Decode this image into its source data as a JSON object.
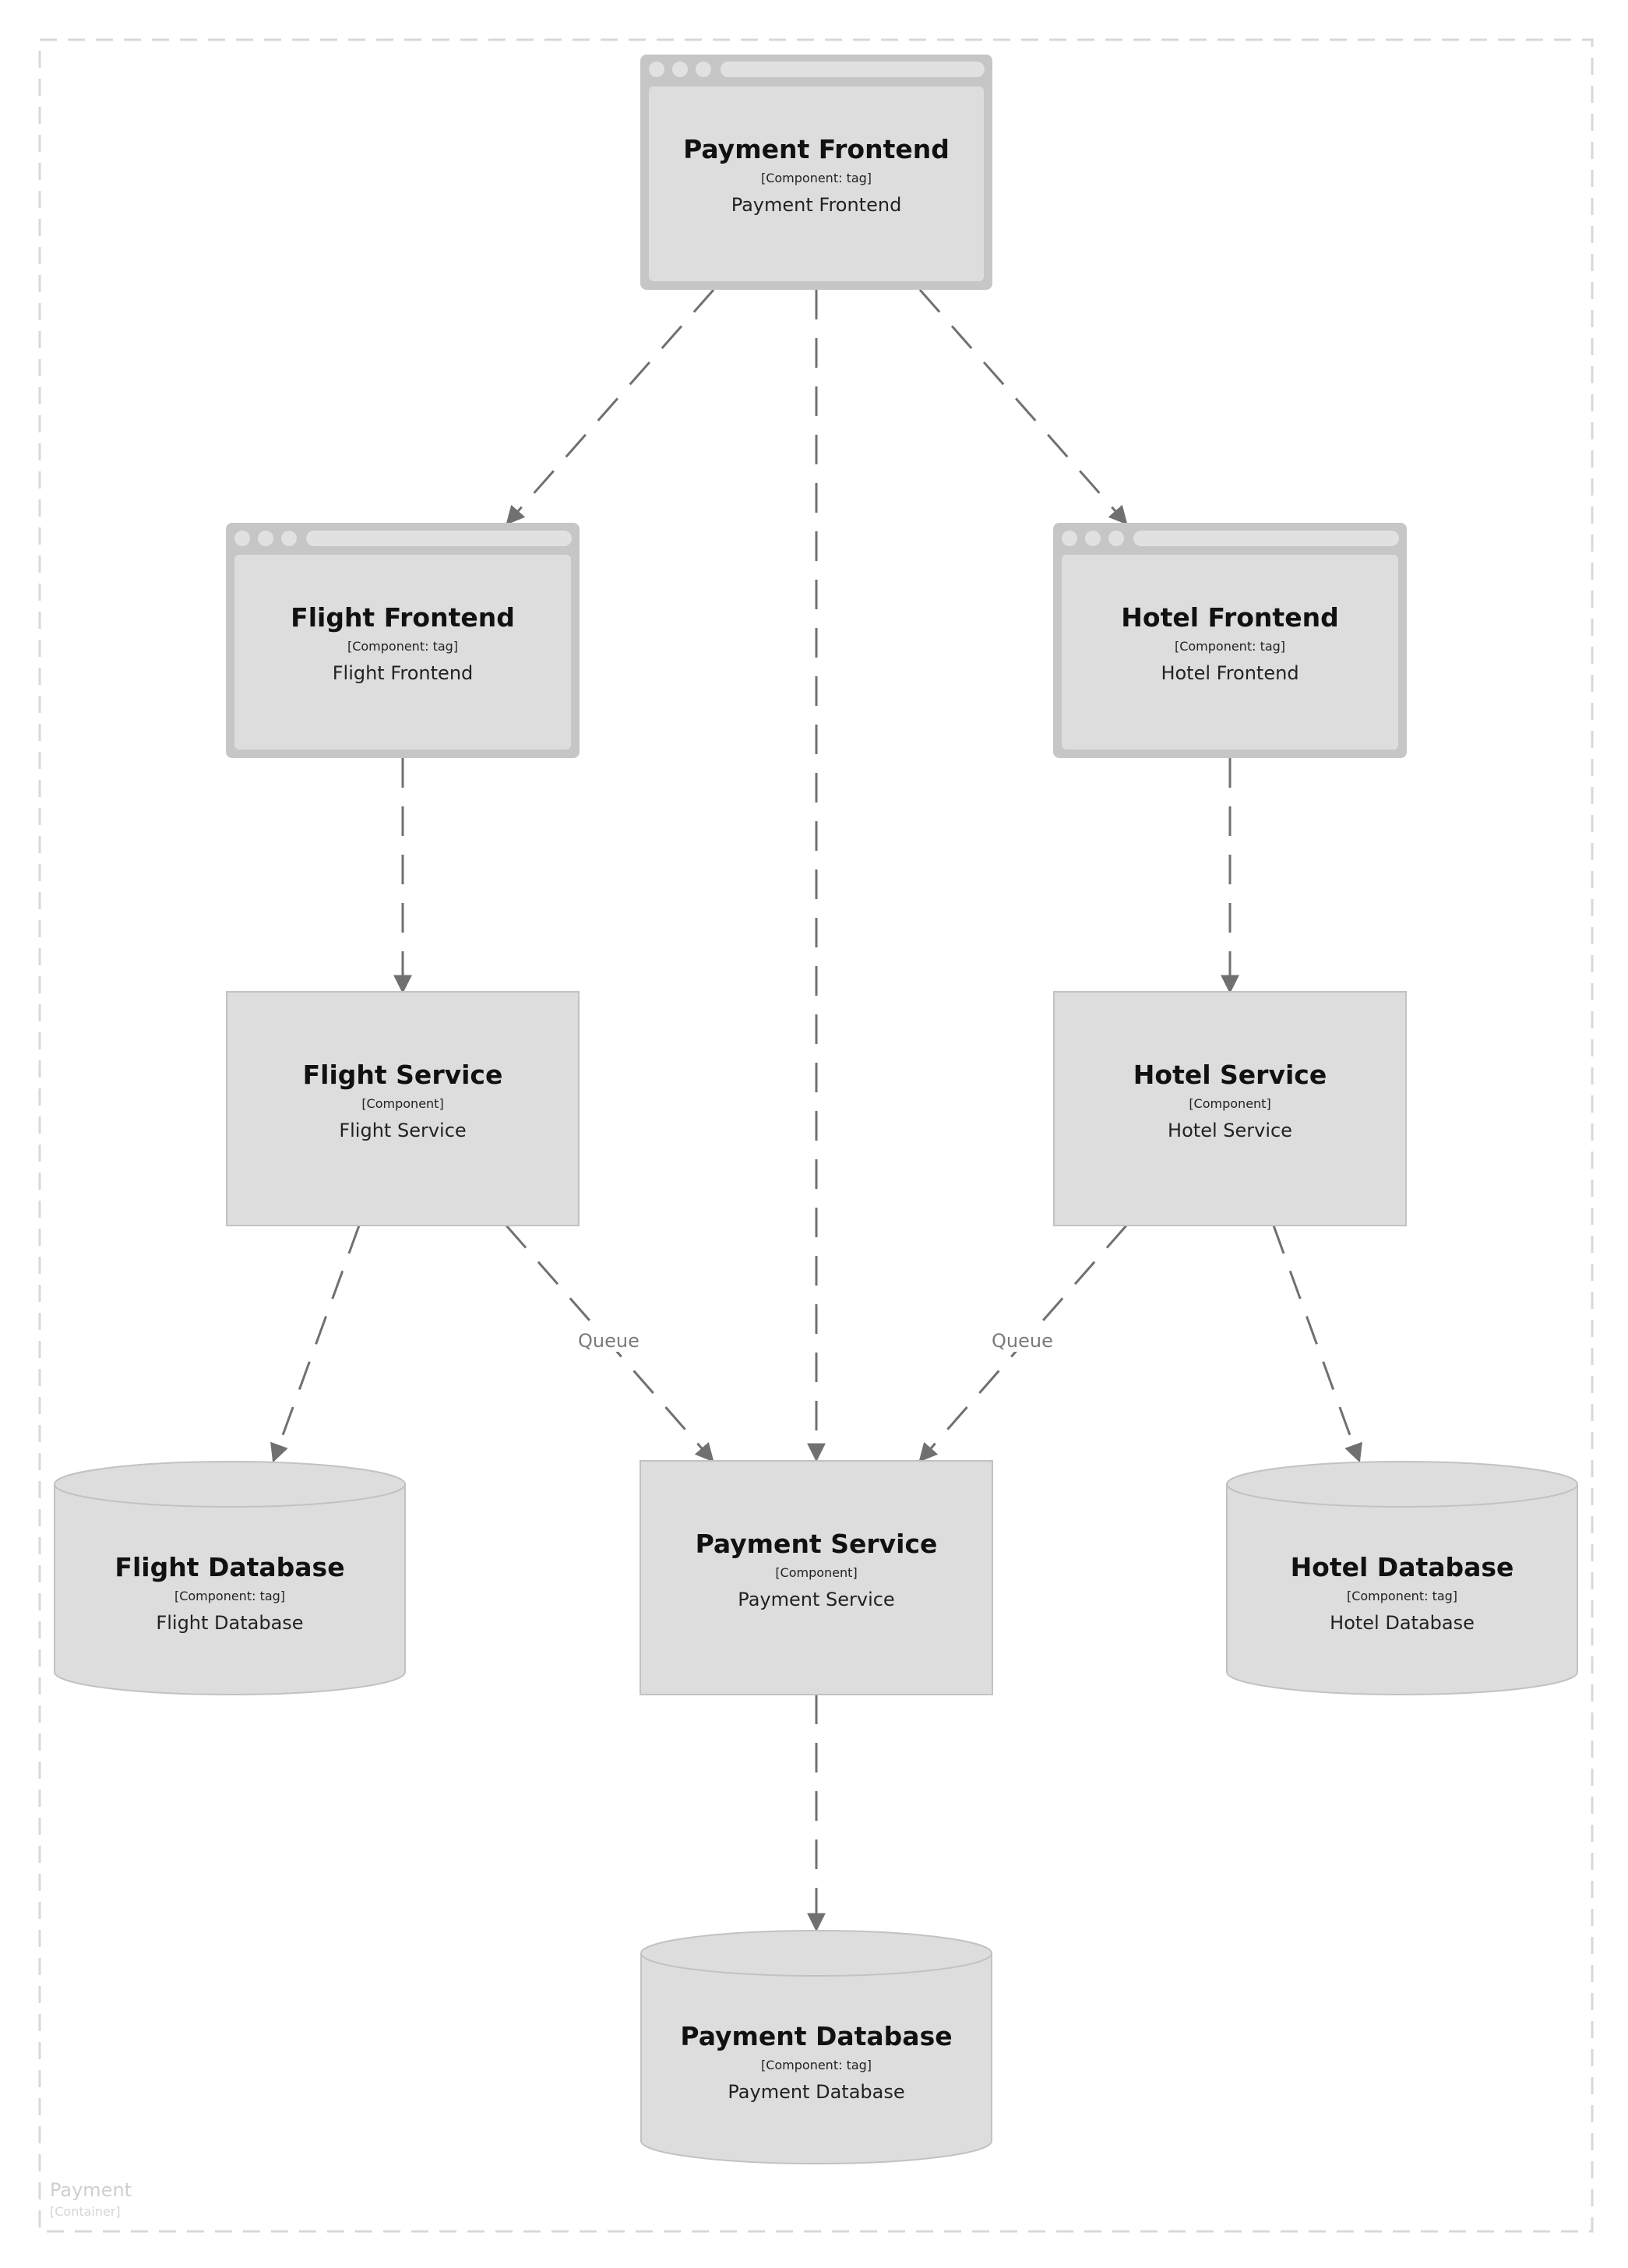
{
  "boundary": {
    "name": "Payment",
    "type": "[Container]"
  },
  "nodes": {
    "payment_frontend": {
      "title": "Payment Frontend",
      "tag": "[Component: tag]",
      "desc": "Payment Frontend",
      "shape": "browser"
    },
    "flight_frontend": {
      "title": "Flight Frontend",
      "tag": "[Component: tag]",
      "desc": "Flight Frontend",
      "shape": "browser"
    },
    "hotel_frontend": {
      "title": "Hotel Frontend",
      "tag": "[Component: tag]",
      "desc": "Hotel Frontend",
      "shape": "browser"
    },
    "flight_service": {
      "title": "Flight Service",
      "tag": "[Component]",
      "desc": "Flight Service",
      "shape": "box"
    },
    "hotel_service": {
      "title": "Hotel Service",
      "tag": "[Component]",
      "desc": "Hotel Service",
      "shape": "box"
    },
    "flight_database": {
      "title": "Flight Database",
      "tag": "[Component: tag]",
      "desc": "Flight Database",
      "shape": "cylinder"
    },
    "payment_service": {
      "title": "Payment Service",
      "tag": "[Component]",
      "desc": "Payment Service",
      "shape": "box"
    },
    "hotel_database": {
      "title": "Hotel Database",
      "tag": "[Component: tag]",
      "desc": "Hotel Database",
      "shape": "cylinder"
    },
    "payment_database": {
      "title": "Payment Database",
      "tag": "[Component: tag]",
      "desc": "Payment Database",
      "shape": "cylinder"
    }
  },
  "edges": [
    {
      "from": "payment_frontend",
      "to": "flight_frontend",
      "label": ""
    },
    {
      "from": "payment_frontend",
      "to": "payment_service",
      "label": ""
    },
    {
      "from": "payment_frontend",
      "to": "hotel_frontend",
      "label": ""
    },
    {
      "from": "flight_frontend",
      "to": "flight_service",
      "label": ""
    },
    {
      "from": "hotel_frontend",
      "to": "hotel_service",
      "label": ""
    },
    {
      "from": "flight_service",
      "to": "flight_database",
      "label": ""
    },
    {
      "from": "flight_service",
      "to": "payment_service",
      "label": "Queue"
    },
    {
      "from": "hotel_service",
      "to": "payment_service",
      "label": "Queue"
    },
    {
      "from": "hotel_service",
      "to": "hotel_database",
      "label": ""
    },
    {
      "from": "payment_service",
      "to": "payment_database",
      "label": ""
    }
  ],
  "colors": {
    "fill": "#dddddd",
    "browser_frame": "#c6c6c6",
    "border": "#c2c2c2",
    "edge": "#707070",
    "boundary": "#d8d8d8"
  }
}
